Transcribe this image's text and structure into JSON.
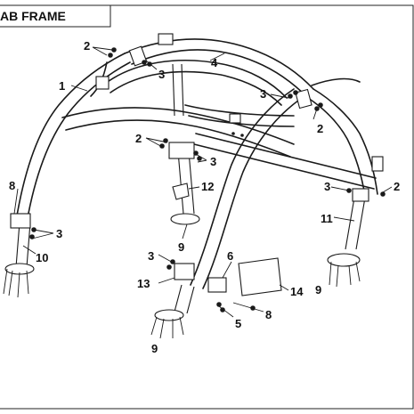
{
  "title": "AB FRAME",
  "callouts": {
    "c1": "1",
    "c2a": "2",
    "c2b": "2",
    "c2c": "2",
    "c2d": "2",
    "c3a": "3",
    "c3b": "3",
    "c3c": "3",
    "c3d": "3",
    "c3e": "3",
    "c3f": "3",
    "c4": "4",
    "c5": "5",
    "c6": "6",
    "c8a": "8",
    "c8b": "8",
    "c9a": "9",
    "c9b": "9",
    "c9c": "9",
    "c10": "10",
    "c11": "11",
    "c12": "12",
    "c13": "13",
    "c14": "14"
  }
}
